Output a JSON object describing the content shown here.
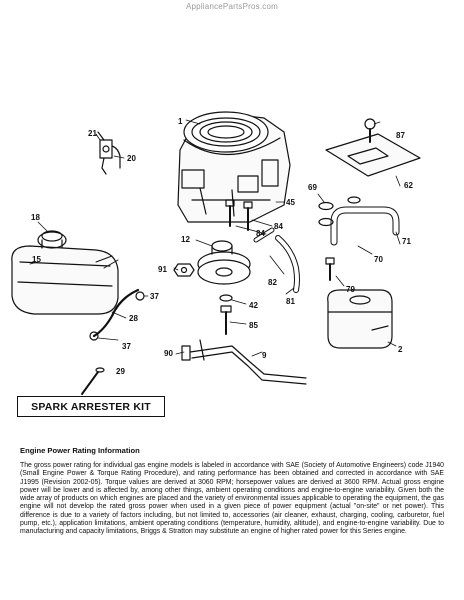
{
  "header": {
    "watermark": "AppliancePartsPros.com"
  },
  "callouts": {
    "c1": "1",
    "c2": "2",
    "c9": "9",
    "c12": "12",
    "c15": "15",
    "c18": "18",
    "c20": "20",
    "c21": "21",
    "c28": "28",
    "c29": "29",
    "c37a": "37",
    "c37b": "37",
    "c42": "42",
    "c45": "45",
    "c62": "62",
    "c69": "69",
    "c70": "70",
    "c71": "71",
    "c79": "79",
    "c81": "81",
    "c82": "82",
    "c84a": "84",
    "c84b": "84",
    "c85": "85",
    "c87": "87",
    "c90": "90",
    "c91": "91"
  },
  "kit_label": "SPARK ARRESTER KIT",
  "rating": {
    "title": "Engine Power Rating Information",
    "body": "The gross power rating for individual gas engine models is labeled in accordance with SAE (Society of Automotive Engineers) code J1940 (Small Engine Power & Torque Rating Procedure), and rating performance has been obtained and corrected in accordance with SAE J1995 (Revision 2002-05). Torque values are derived at 3060 RPM; horsepower values are derived at 3600 RPM. Actual gross engine power will be lower and is affected by, among other things, ambient operating conditions and engine-to-engine variability. Given both the wide array of products on which engines are placed and the variety of environmental issues applicable to operating the equipment, the gas engine will not develop the rated gross power when used in a given piece of power equipment (actual \"on-site\" or net power). This difference is due to a variety of factors including, but not limited to, accessories (air cleaner, exhaust, charging, cooling, carburetor, fuel pump, etc.), application limitations, ambient operating conditions (temperature, humidity, altitude), and engine-to-engine variability. Due to manufacturing and capacity limitations, Briggs & Stratton may substitute an engine of higher rated power for this Series engine."
  }
}
